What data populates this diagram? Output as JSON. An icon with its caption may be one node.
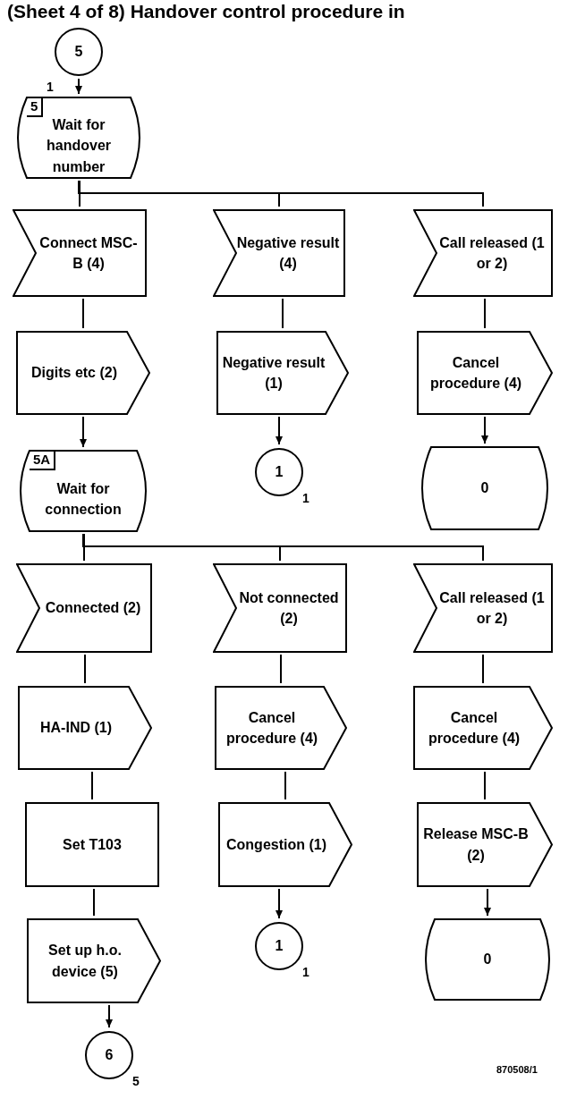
{
  "diagram": {
    "title": "(Sheet 4 of 8) Handover control procedure in",
    "nodes": [
      {
        "text": [
          "5"
        ],
        "beside": [
          "1"
        ]
      },
      {
        "text": [
          "5",
          "Wait for handover number"
        ]
      },
      {
        "text": [
          "Connect MSC-B (4)"
        ]
      },
      {
        "text": [
          "Negative result (4)"
        ]
      },
      {
        "text": [
          "Call released (1 or 2)"
        ]
      },
      {
        "text": [
          "Digits etc (2)"
        ]
      },
      {
        "text": [
          "Negative result (1)"
        ]
      },
      {
        "text": [
          "Cancel procedure (4)"
        ]
      },
      {
        "text": [
          "5A",
          "Wait for connection"
        ]
      },
      {
        "text": [
          "1"
        ],
        "beside": [
          "1"
        ]
      },
      {
        "text": [
          "0"
        ]
      },
      {
        "text": [
          "Connected (2)"
        ]
      },
      {
        "text": [
          "Not connected (2)"
        ]
      },
      {
        "text": [
          "Call released (1 or 2)"
        ]
      },
      {
        "text": [
          "HA-IND (1)"
        ]
      },
      {
        "text": [
          "Cancel procedure (4)"
        ]
      },
      {
        "text": [
          "Cancel procedure (4)"
        ]
      },
      {
        "text": [
          "Set T103"
        ]
      },
      {
        "text": [
          "Congestion (1)"
        ]
      },
      {
        "text": [
          "Release MSC-B (2)"
        ]
      },
      {
        "text": [
          "Set up h.o. device (5)"
        ]
      },
      {
        "text": [
          "1"
        ],
        "beside": [
          "1"
        ]
      },
      {
        "text": [
          "0"
        ]
      },
      {
        "text": [
          "6"
        ],
        "beside": [
          "5"
        ]
      }
    ],
    "edges": [
      {
        "from": 0,
        "to": 1,
        "arrow": "to"
      },
      {
        "from": 1,
        "to": 2,
        "arrow": "none"
      },
      {
        "from": 1,
        "to": 3,
        "arrow": "none"
      },
      {
        "from": 1,
        "to": 4,
        "arrow": "none"
      },
      {
        "from": 2,
        "to": 5,
        "arrow": "none"
      },
      {
        "from": 3,
        "to": 6,
        "arrow": "none"
      },
      {
        "from": 4,
        "to": 7,
        "arrow": "none"
      },
      {
        "from": 5,
        "to": 8,
        "arrow": "to"
      },
      {
        "from": 6,
        "to": 9,
        "arrow": "to"
      },
      {
        "from": 7,
        "to": 10,
        "arrow": "to"
      },
      {
        "from": 8,
        "to": 11,
        "arrow": "none"
      },
      {
        "from": 8,
        "to": 12,
        "arrow": "none"
      },
      {
        "from": 8,
        "to": 13,
        "arrow": "none"
      },
      {
        "from": 11,
        "to": 14,
        "arrow": "none"
      },
      {
        "from": 12,
        "to": 15,
        "arrow": "none"
      },
      {
        "from": 13,
        "to": 16,
        "arrow": "none"
      },
      {
        "from": 14,
        "to": 17,
        "arrow": "none"
      },
      {
        "from": 15,
        "to": 18,
        "arrow": "none"
      },
      {
        "from": 16,
        "to": 19,
        "arrow": "none"
      },
      {
        "from": 17,
        "to": 20,
        "arrow": "none"
      },
      {
        "from": 18,
        "to": 21,
        "arrow": "to"
      },
      {
        "from": 19,
        "to": 22,
        "arrow": "to"
      },
      {
        "from": 20,
        "to": 23,
        "arrow": "to"
      }
    ],
    "labels": [
      "870508/1"
    ]
  }
}
